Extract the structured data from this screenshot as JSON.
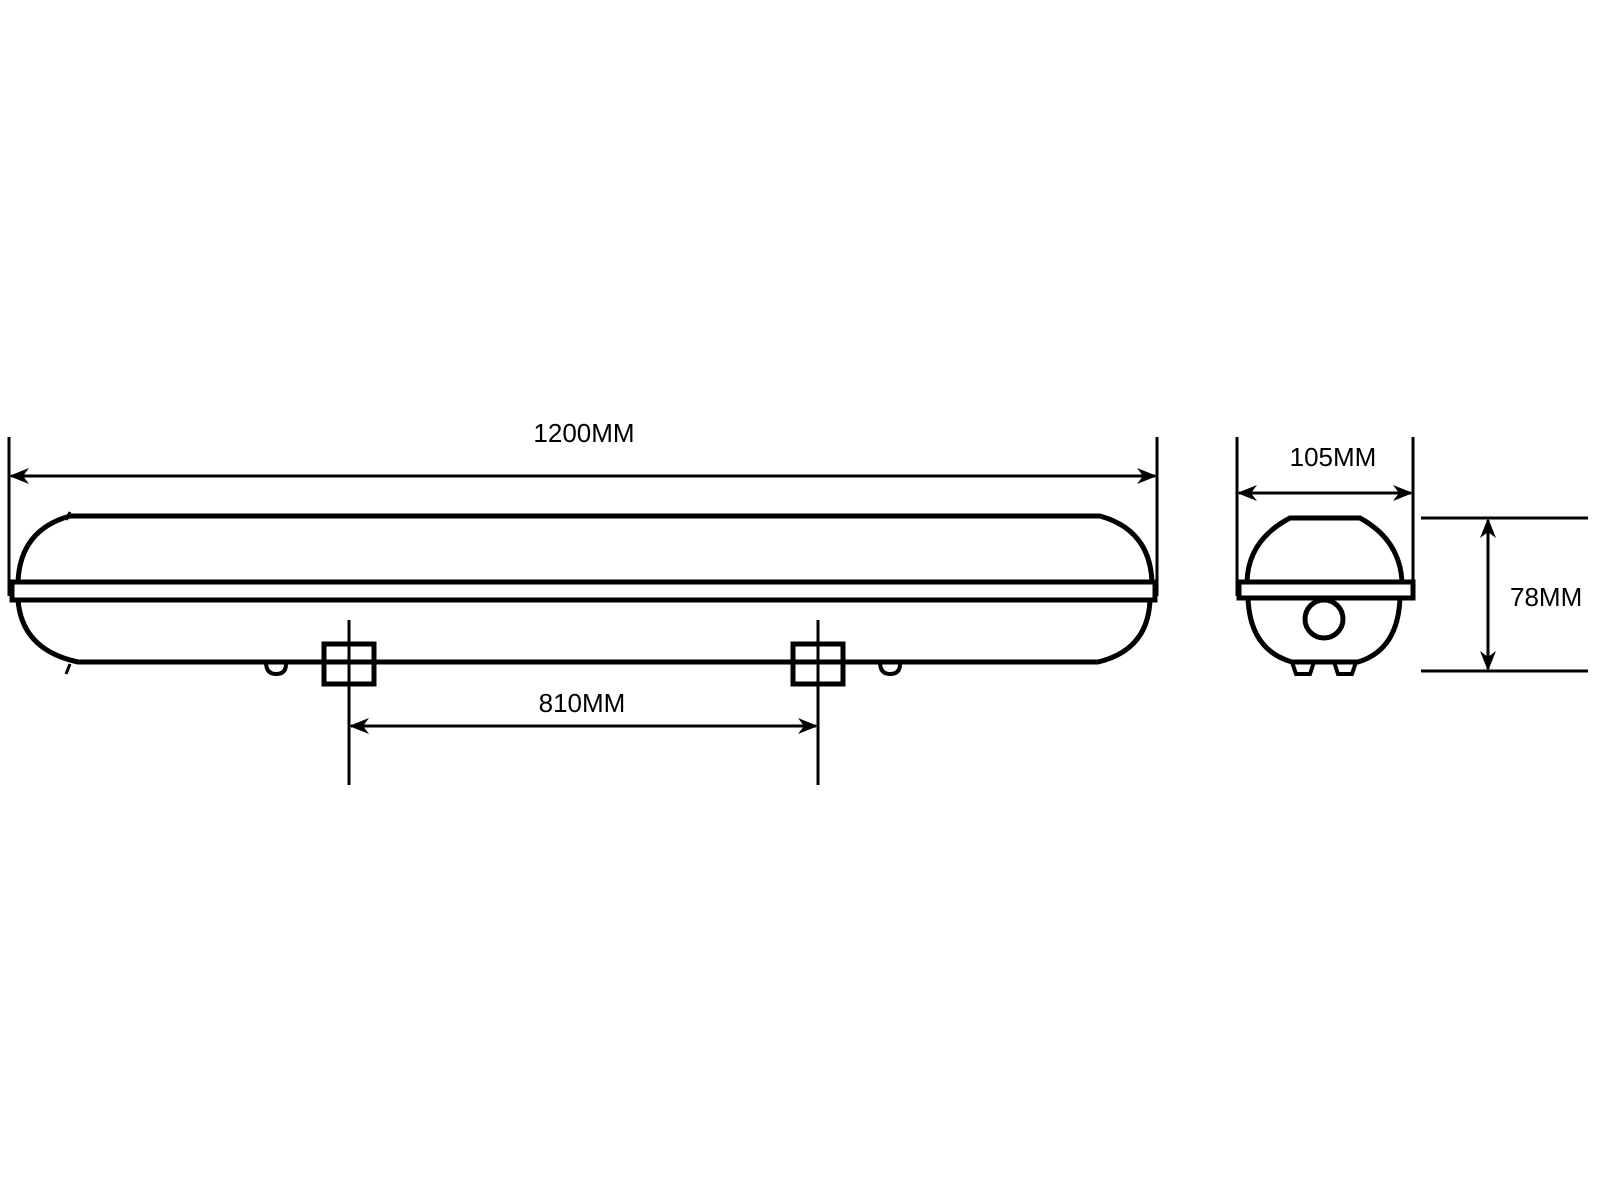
{
  "dimensions": {
    "length": "1200MM",
    "mount_spacing": "810MM",
    "width": "105MM",
    "height": "78MM"
  },
  "colors": {
    "line": "#000000",
    "background": "#ffffff"
  }
}
